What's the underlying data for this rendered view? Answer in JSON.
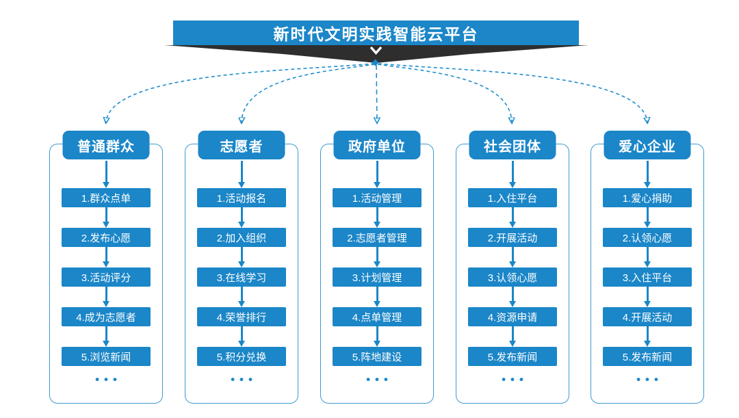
{
  "title": "新时代文明实践智能云平台",
  "colors": {
    "accent": "#1b86c8",
    "panel_border": "#3d9ad0",
    "banner_dark": "#2e2e2e",
    "connector": "#1e8ccd"
  },
  "icons": {
    "banner_arrow": "chevron-down-icon",
    "connector_end": "arrowhead-down"
  },
  "columns": [
    {
      "header": "普通群众",
      "steps": [
        "1.群众点单",
        "2.发布心愿",
        "3.活动评分",
        "4.成为志愿者",
        "5.浏览新闻"
      ],
      "more": "•••"
    },
    {
      "header": "志愿者",
      "steps": [
        "1.活动报名",
        "2.加入组织",
        "3.在线学习",
        "4.荣誉排行",
        "5.积分兑换"
      ],
      "more": "•••"
    },
    {
      "header": "政府单位",
      "steps": [
        "1.活动管理",
        "2.志愿者管理",
        "3.计划管理",
        "4.点单管理",
        "5.阵地建设"
      ],
      "more": "•••"
    },
    {
      "header": "社会团体",
      "steps": [
        "1.入住平台",
        "2.开展活动",
        "3.认领心愿",
        "4.资源申请",
        "5.发布新闻"
      ],
      "more": "•••"
    },
    {
      "header": "爱心企业",
      "steps": [
        "1.爱心捐助",
        "2.认领心愿",
        "3.入住平台",
        "4.开展活动",
        "5.发布新闻"
      ],
      "more": "•••"
    }
  ]
}
